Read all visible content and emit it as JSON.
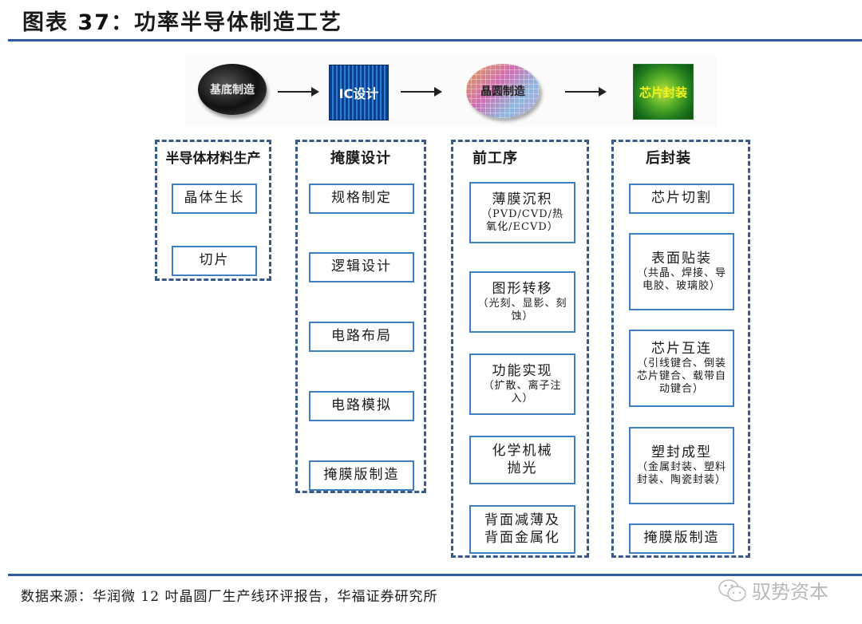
{
  "header": {
    "label_prefix": "图表",
    "number": "37",
    "title": "：功率半导体制造工艺"
  },
  "banner": {
    "stages": [
      {
        "label": "基底制造",
        "icon": "wafer-substrate-image"
      },
      {
        "label": "IC设计",
        "icon": "ic-chip-image"
      },
      {
        "label": "晶圆制造",
        "icon": "wafer-die-grid-image"
      },
      {
        "label": "芯片封装",
        "icon": "chip-package-image"
      }
    ]
  },
  "groups": [
    {
      "title": "半导体材料生产",
      "steps": [
        {
          "main": "晶体生长",
          "sub": ""
        },
        {
          "main": "切片",
          "sub": ""
        }
      ]
    },
    {
      "title": "掩膜设计",
      "steps": [
        {
          "main": "规格制定",
          "sub": ""
        },
        {
          "main": "逻辑设计",
          "sub": ""
        },
        {
          "main": "电路布局",
          "sub": ""
        },
        {
          "main": "电路模拟",
          "sub": ""
        },
        {
          "main": "掩膜版制造",
          "sub": ""
        }
      ]
    },
    {
      "title": "前工序",
      "steps": [
        {
          "main": "薄膜沉积",
          "sub": "（PVD/CVD/热氧化/ECVD）"
        },
        {
          "main": "图形转移",
          "sub": "（光刻、显影、刻蚀）"
        },
        {
          "main": "功能实现",
          "sub": "（扩散、离子注入）"
        },
        {
          "main": "化学机械抛光",
          "sub": ""
        },
        {
          "main": "背面减薄及背面金属化",
          "sub": ""
        }
      ]
    },
    {
      "title": "后封装",
      "steps": [
        {
          "main": "芯片切割",
          "sub": ""
        },
        {
          "main": "表面贴装",
          "sub": "（共晶、焊接、导电胶、玻璃胶）"
        },
        {
          "main": "芯片互连",
          "sub": "（引线键合、倒装芯片键合、载带自动键合）"
        },
        {
          "main": "塑封成型",
          "sub": "（金属封装、塑料封装、陶瓷封装）"
        },
        {
          "main": "掩膜版制造",
          "sub": ""
        }
      ]
    }
  ],
  "footer": {
    "source": "数据来源：华润微 12 吋晶圆厂生产线环评报告，华福证券研究所",
    "watermark": "驭势资本"
  },
  "colors": {
    "rule": "#2e5c9e",
    "group_border": "#3a5a8a",
    "step_border": "#3f7fc4"
  }
}
